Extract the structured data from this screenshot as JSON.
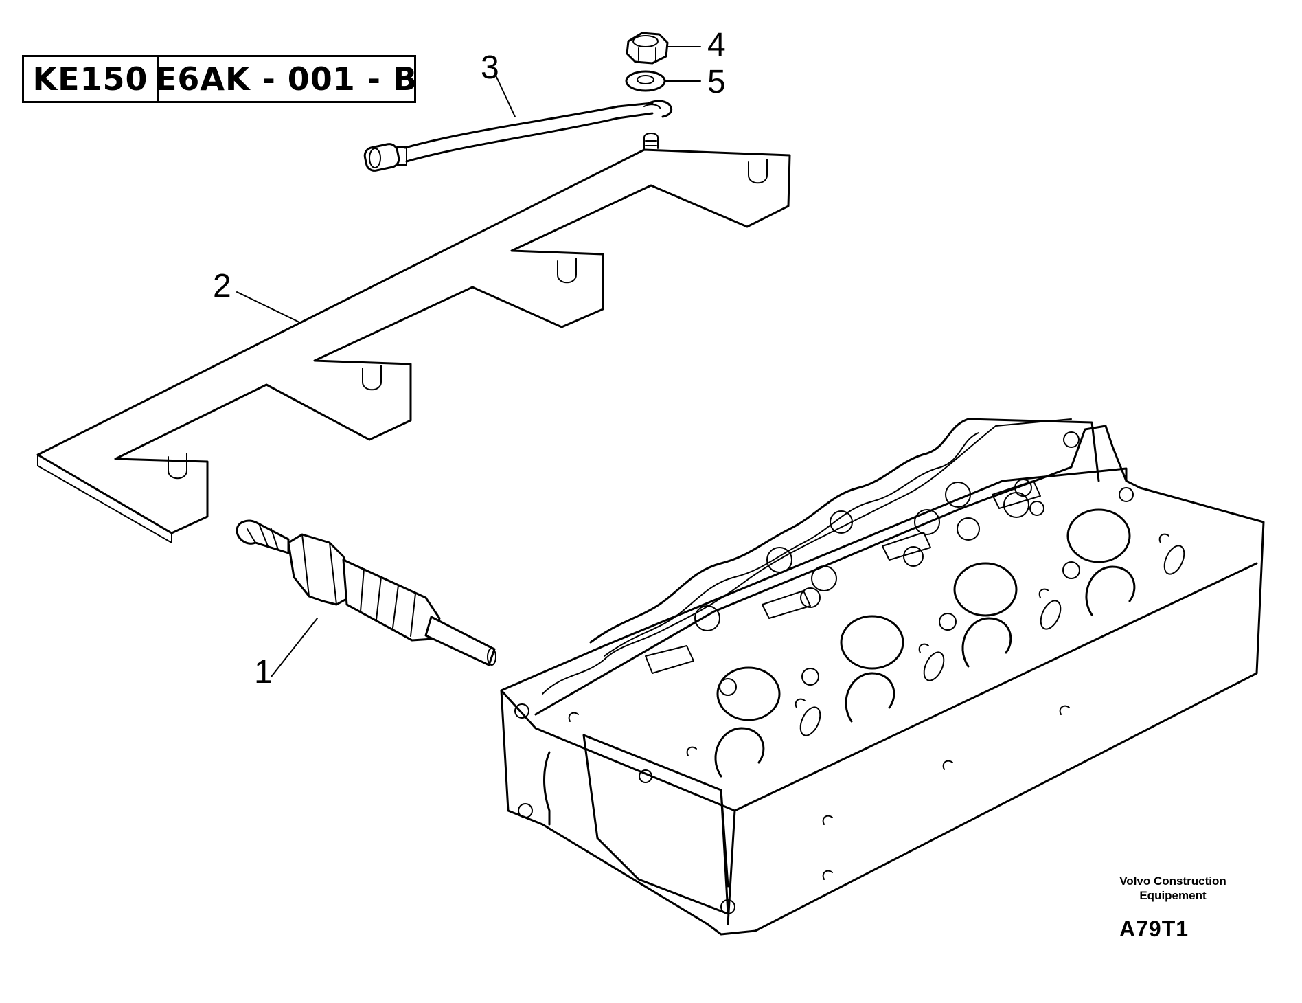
{
  "header": {
    "model": "KE150",
    "group_code": "E6AK - 001 - B"
  },
  "callouts": [
    {
      "number": "1",
      "part": "glow-plug"
    },
    {
      "number": "2",
      "part": "bus-bar"
    },
    {
      "number": "3",
      "part": "cable"
    },
    {
      "number": "4",
      "part": "nut"
    },
    {
      "number": "5",
      "part": "washer"
    }
  ],
  "footer": {
    "company_line1": "Volvo Construction",
    "company_line2": "Equipement",
    "figure_id": "A79T1"
  },
  "icons": [
    "glow-plug-icon",
    "bus-bar-icon",
    "cable-icon",
    "nut-icon",
    "washer-icon",
    "cylinder-head-icon"
  ]
}
